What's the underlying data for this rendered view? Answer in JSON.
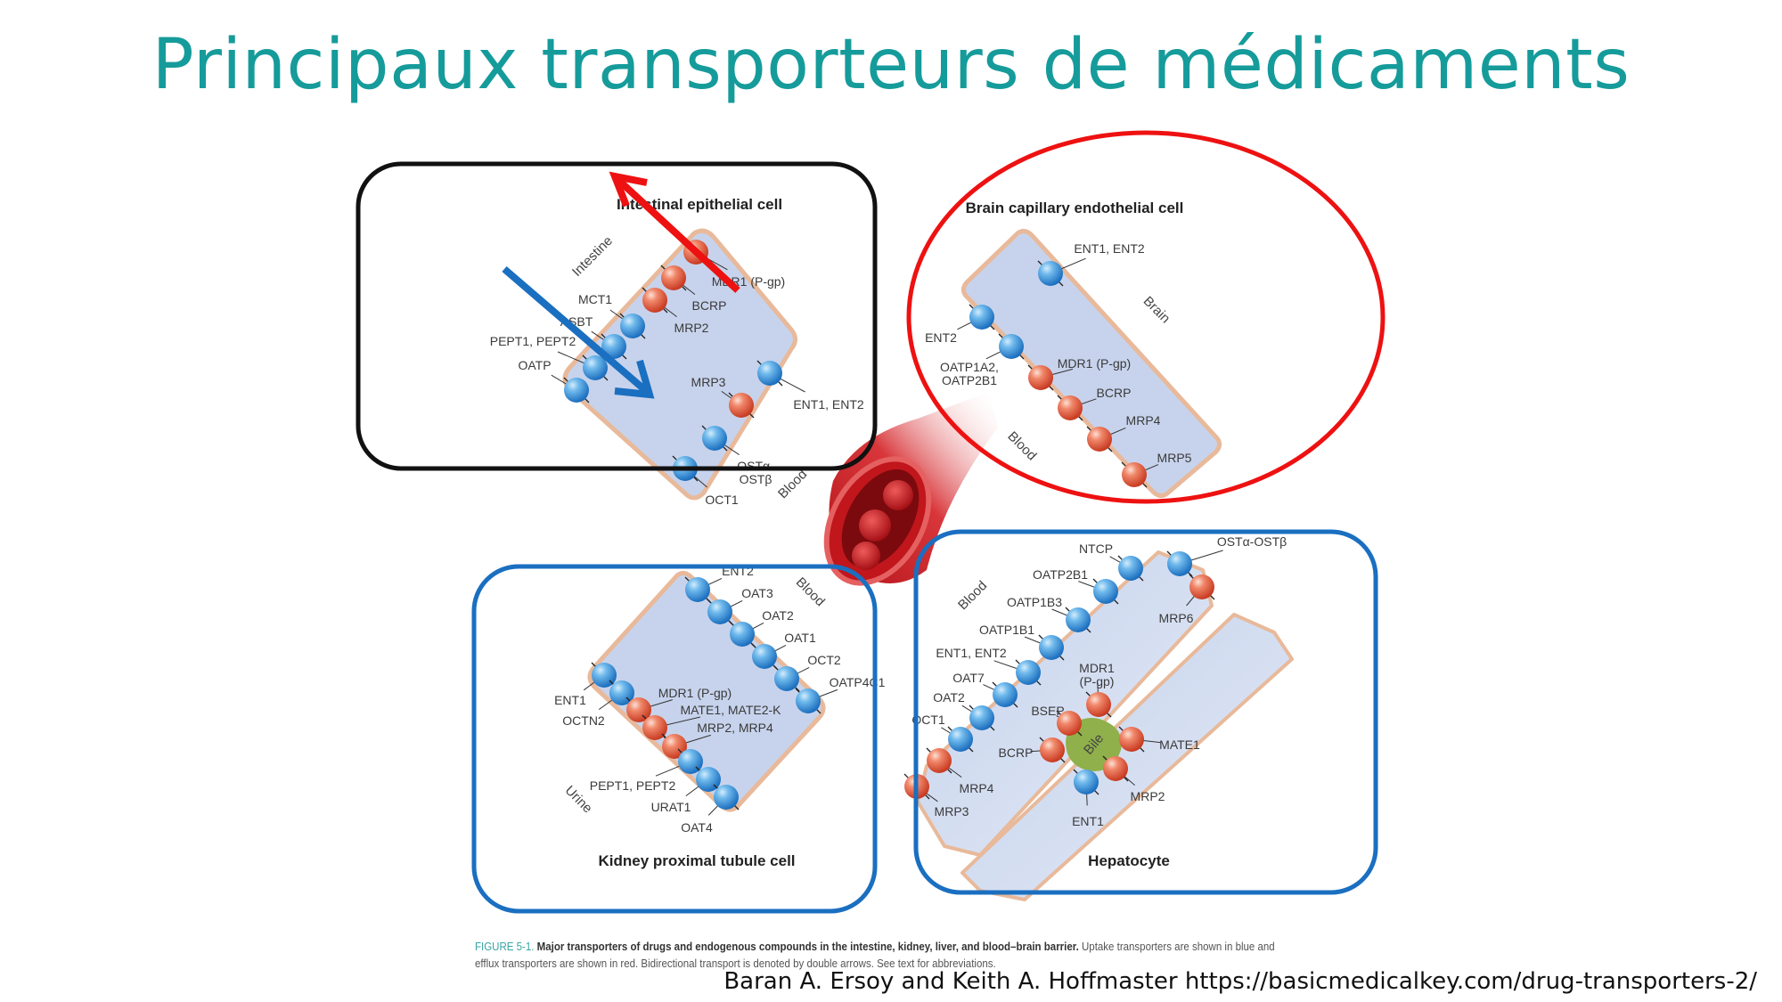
{
  "title": "Principaux transporteurs de médicaments",
  "colors": {
    "title": "#169b9b",
    "uptake": "#2b86d6",
    "efflux": "#e0563a",
    "intestine_frame": "#111111",
    "brain_frame": "#ee1111",
    "kidney_frame": "#1a6fc0",
    "liver_frame": "#1a6fc0",
    "bile": "#8fb04a",
    "arrow_red": "#ee1111",
    "arrow_blue": "#1a6fc0"
  },
  "panels": {
    "intestine": {
      "title": "Intestinal epithelial cell",
      "side_labels": [
        "Intestine",
        "Blood"
      ],
      "arrows": [
        "red-arrow-efflux",
        "blue-arrow-uptake"
      ],
      "transporters": [
        {
          "lines": [
            "OATP"
          ],
          "type": "uptake"
        },
        {
          "lines": [
            "PEPT1, PEPT2"
          ],
          "type": "uptake"
        },
        {
          "lines": [
            "ASBT"
          ],
          "type": "uptake"
        },
        {
          "lines": [
            "MCT1"
          ],
          "type": "uptake"
        },
        {
          "lines": [
            "MRP2"
          ],
          "type": "efflux"
        },
        {
          "lines": [
            "BCRP"
          ],
          "type": "efflux"
        },
        {
          "lines": [
            "MDR1 (P-gp)"
          ],
          "type": "efflux"
        },
        {
          "lines": [
            "ENT1, ENT2"
          ],
          "type": "uptake"
        },
        {
          "lines": [
            "MRP3"
          ],
          "type": "efflux"
        },
        {
          "lines": [
            "OSTα-",
            "OSTβ"
          ],
          "type": "uptake"
        },
        {
          "lines": [
            "OCT1"
          ],
          "type": "uptake"
        }
      ]
    },
    "brain": {
      "title": "Brain capillary endothelial cell",
      "side_labels": [
        "Brain",
        "Blood"
      ],
      "transporters": [
        {
          "lines": [
            "ENT1, ENT2"
          ],
          "type": "uptake"
        },
        {
          "lines": [
            "ENT2"
          ],
          "type": "uptake"
        },
        {
          "lines": [
            "OATP1A2,",
            "OATP2B1"
          ],
          "type": "uptake"
        },
        {
          "lines": [
            "MDR1 (P-gp)"
          ],
          "type": "efflux"
        },
        {
          "lines": [
            "BCRP"
          ],
          "type": "efflux"
        },
        {
          "lines": [
            "MRP4"
          ],
          "type": "efflux"
        },
        {
          "lines": [
            "MRP5"
          ],
          "type": "efflux"
        }
      ]
    },
    "kidney": {
      "title": "Kidney proximal tubule cell",
      "side_labels": [
        "Blood",
        "Urine"
      ],
      "transporters": [
        {
          "lines": [
            "ENT2"
          ],
          "type": "uptake"
        },
        {
          "lines": [
            "OAT3"
          ],
          "type": "uptake"
        },
        {
          "lines": [
            "OAT2"
          ],
          "type": "uptake"
        },
        {
          "lines": [
            "OAT1"
          ],
          "type": "uptake"
        },
        {
          "lines": [
            "OCT2"
          ],
          "type": "uptake"
        },
        {
          "lines": [
            "OATP4C1"
          ],
          "type": "uptake"
        },
        {
          "lines": [
            "ENT1"
          ],
          "type": "uptake"
        },
        {
          "lines": [
            "OCTN2"
          ],
          "type": "uptake"
        },
        {
          "lines": [
            "MDR1 (P-gp)"
          ],
          "type": "efflux"
        },
        {
          "lines": [
            "MATE1, MATE2-K"
          ],
          "type": "efflux"
        },
        {
          "lines": [
            "MRP2, MRP4"
          ],
          "type": "efflux"
        },
        {
          "lines": [
            "PEPT1, PEPT2"
          ],
          "type": "uptake"
        },
        {
          "lines": [
            "URAT1"
          ],
          "type": "uptake"
        },
        {
          "lines": [
            "OAT4"
          ],
          "type": "uptake"
        }
      ]
    },
    "liver": {
      "title": "Hepatocyte",
      "side_labels": [
        "Blood",
        "Bile"
      ],
      "transporters": [
        {
          "lines": [
            "NTCP"
          ],
          "type": "uptake"
        },
        {
          "lines": [
            "OATP2B1"
          ],
          "type": "uptake"
        },
        {
          "lines": [
            "OATP1B3"
          ],
          "type": "uptake"
        },
        {
          "lines": [
            "OATP1B1"
          ],
          "type": "uptake"
        },
        {
          "lines": [
            "ENT1, ENT2"
          ],
          "type": "uptake"
        },
        {
          "lines": [
            "OAT7"
          ],
          "type": "uptake"
        },
        {
          "lines": [
            "OAT2"
          ],
          "type": "uptake"
        },
        {
          "lines": [
            "OCT1"
          ],
          "type": "uptake"
        },
        {
          "lines": [
            "MRP4"
          ],
          "type": "efflux"
        },
        {
          "lines": [
            "MRP3"
          ],
          "type": "efflux"
        },
        {
          "lines": [
            "OSTα-OSTβ"
          ],
          "type": "uptake"
        },
        {
          "lines": [
            "MRP6"
          ],
          "type": "efflux"
        },
        {
          "lines": [
            "MDR1",
            "(P-gp)"
          ],
          "type": "efflux"
        },
        {
          "lines": [
            "BSEP"
          ],
          "type": "efflux"
        },
        {
          "lines": [
            "BCRP"
          ],
          "type": "efflux"
        },
        {
          "lines": [
            "MATE1"
          ],
          "type": "efflux"
        },
        {
          "lines": [
            "MRP2"
          ],
          "type": "efflux"
        },
        {
          "lines": [
            "ENT1"
          ],
          "type": "uptake"
        }
      ]
    }
  },
  "caption": {
    "figure": "FIGURE 5-1.",
    "bold": "Major transporters of drugs and endogenous compounds in the intestine, kidney, liver, and blood–brain barrier.",
    "text": "Uptake transporters are shown in blue and efflux transporters are shown in red. Bidirectional transport is denoted by double arrows. See text for abbreviations."
  },
  "citation": "Baran A. Ersoy and Keith A. Hoffmaster https://basicmedicalkey.com/drug-transporters-2/"
}
